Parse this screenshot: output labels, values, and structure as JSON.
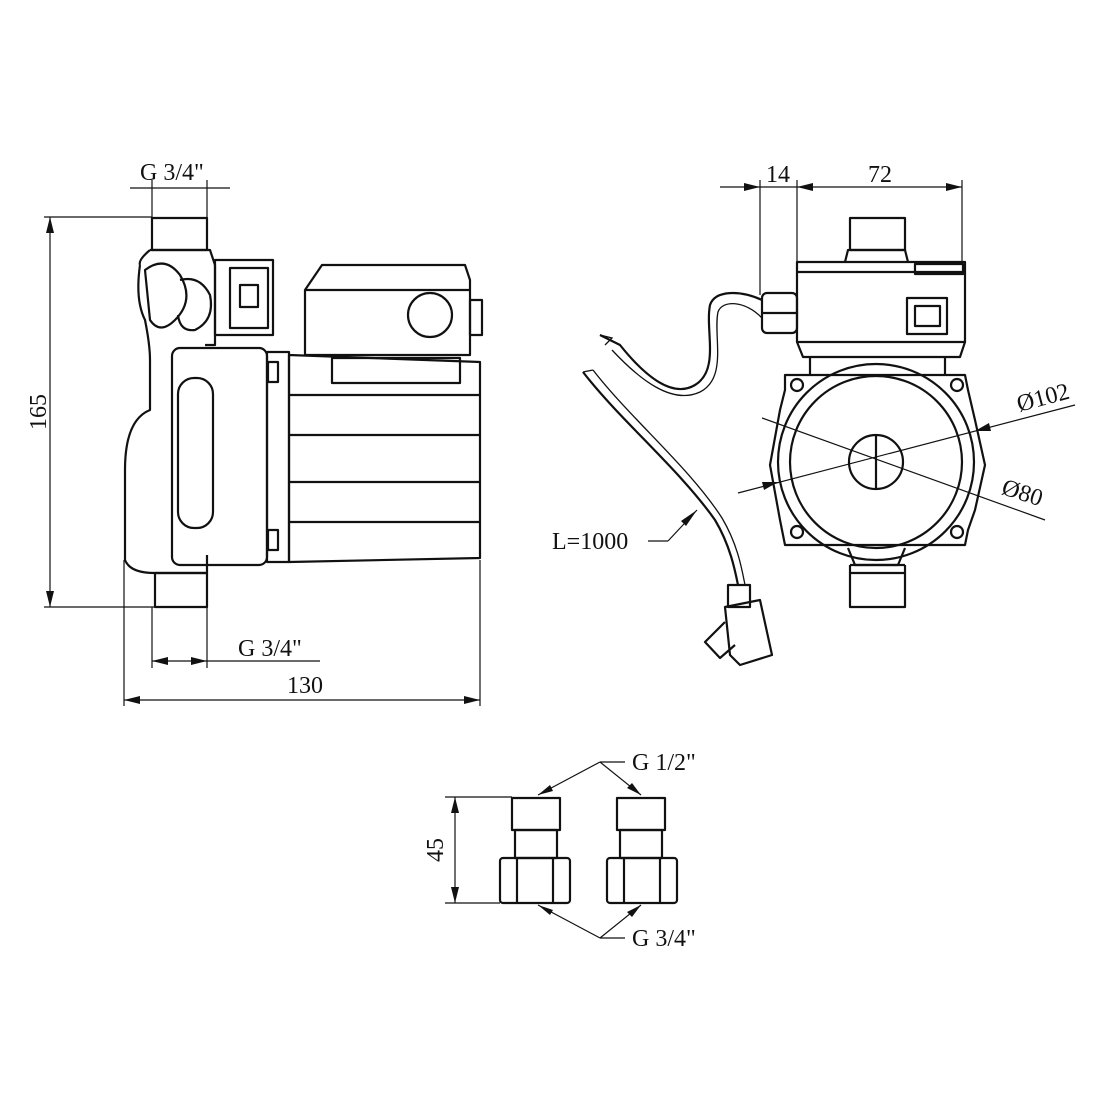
{
  "side_view": {
    "top_thread_label": "G 3/4\"",
    "height_label": "165",
    "bottom_thread_label": "G 3/4\"",
    "length_label": "130"
  },
  "front_view": {
    "box_offset_label": "14",
    "width_label": "72",
    "outer_diameter_label": "Ø102",
    "inner_diameter_label": "Ø80",
    "cable_length_label": "L=1000"
  },
  "fittings": {
    "outlet_thread_label": "G 1/2\"",
    "height_label": "45",
    "inlet_thread_label": "G 3/4\""
  },
  "colors": {
    "line": "#111111",
    "background": "#ffffff"
  }
}
